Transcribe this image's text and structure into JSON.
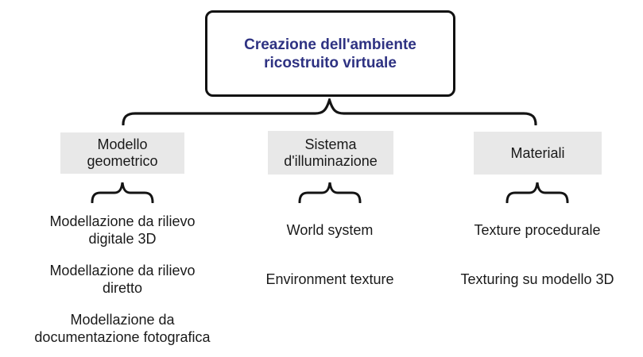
{
  "root": {
    "title": "Creazione dell'ambiente ricostruito virtuale"
  },
  "branches": [
    {
      "label": "Modello geometrico",
      "items": [
        "Modellazione da rilievo\ndigitale 3D",
        "Modellazione da rilievo\ndiretto",
        "Modellazione da\ndocumentazione fotografica"
      ]
    },
    {
      "label": "Sistema d'illuminazione",
      "items": [
        "World system",
        "Environment texture"
      ]
    },
    {
      "label": "Materiali",
      "items": [
        "Texture procedurale",
        "Texturing su modello 3D"
      ]
    }
  ],
  "colors": {
    "title_text": "#2e3282",
    "body_text": "#1a1a1a",
    "category_box_bg": "#e8e8e8",
    "line": "#141414",
    "background": "#ffffff"
  }
}
